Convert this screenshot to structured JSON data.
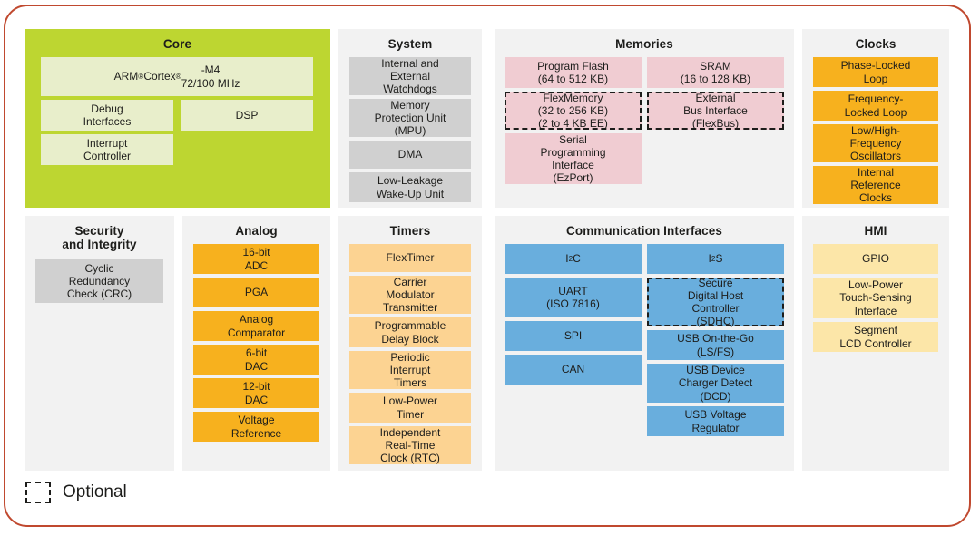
{
  "legend": {
    "swatch_name": "dashed-square-icon",
    "label": "Optional"
  },
  "colors": {
    "frame_border": "#c0492f",
    "panel_background": "#f2f2f2",
    "core_panel": "#bdd631",
    "core_block": "#e8eecb",
    "system_block": "#d0d0d0",
    "memory_block": "#f0ccd2",
    "clock_block": "#f7b11e",
    "security_block": "#d0d0d0",
    "analog_block": "#f7b11e",
    "timer_block": "#fcd392",
    "comm_block": "#69aedd",
    "hmi_block": "#fce6a8",
    "text": "#1d1d1b",
    "dashed_border": "#1d1d1b"
  },
  "sections": {
    "core": {
      "title": "Core",
      "blocks": [
        {
          "label": "ARM® Cortex®-M4\n72/100 MHz",
          "optional": false
        },
        {
          "label": "Debug\nInterfaces",
          "optional": false
        },
        {
          "label": "DSP",
          "optional": false
        },
        {
          "label": "Interrupt\nController",
          "optional": false
        }
      ]
    },
    "system": {
      "title": "System",
      "blocks": [
        {
          "label": "Internal and\nExternal\nWatchdogs",
          "optional": false
        },
        {
          "label": "Memory\nProtection Unit\n(MPU)",
          "optional": false
        },
        {
          "label": "DMA",
          "optional": false
        },
        {
          "label": "Low-Leakage\nWake-Up Unit",
          "optional": false
        }
      ]
    },
    "memories": {
      "title": "Memories",
      "left_blocks": [
        {
          "label": "Program Flash\n(64 to 512 KB)",
          "optional": false
        },
        {
          "label": "FlexMemory\n(32 to 256 KB)\n(2 to 4 KB EE)",
          "optional": true
        },
        {
          "label": "Serial\nProgramming\nInterface\n(EzPort)",
          "optional": false
        }
      ],
      "right_blocks": [
        {
          "label": "SRAM\n(16 to 128 KB)",
          "optional": false
        },
        {
          "label": "External\nBus Interface\n(FlexBus)",
          "optional": true
        }
      ]
    },
    "clocks": {
      "title": "Clocks",
      "blocks": [
        {
          "label": "Phase-Locked\nLoop",
          "optional": false
        },
        {
          "label": "Frequency-\nLocked Loop",
          "optional": false
        },
        {
          "label": "Low/High-\nFrequency\nOscillators",
          "optional": false
        },
        {
          "label": "Internal\nReference\nClocks",
          "optional": false
        }
      ]
    },
    "security": {
      "title": "Security\nand Integrity",
      "blocks": [
        {
          "label": "Cyclic\nRedundancy\nCheck (CRC)",
          "optional": false
        }
      ]
    },
    "analog": {
      "title": "Analog",
      "blocks": [
        {
          "label": "16-bit\nADC",
          "optional": false
        },
        {
          "label": "PGA",
          "optional": false
        },
        {
          "label": "Analog\nComparator",
          "optional": false
        },
        {
          "label": "6-bit\nDAC",
          "optional": false
        },
        {
          "label": "12-bit\nDAC",
          "optional": false
        },
        {
          "label": "Voltage\nReference",
          "optional": false
        }
      ]
    },
    "timers": {
      "title": "Timers",
      "blocks": [
        {
          "label": "FlexTimer",
          "optional": false
        },
        {
          "label": "Carrier\nModulator\nTransmitter",
          "optional": false
        },
        {
          "label": "Programmable\nDelay Block",
          "optional": false
        },
        {
          "label": "Periodic\nInterrupt\nTimers",
          "optional": false
        },
        {
          "label": "Low-Power\nTimer",
          "optional": false
        },
        {
          "label": "Independent\nReal-Time\nClock (RTC)",
          "optional": false
        }
      ]
    },
    "communication": {
      "title": "Communication Interfaces",
      "left_blocks": [
        {
          "label": "I²C",
          "optional": false
        },
        {
          "label": "UART\n(ISO 7816)",
          "optional": false
        },
        {
          "label": "SPI",
          "optional": false
        },
        {
          "label": "CAN",
          "optional": false
        }
      ],
      "right_blocks": [
        {
          "label": "I²S",
          "optional": false
        },
        {
          "label": "Secure\nDigital Host\nController\n(SDHC)",
          "optional": true
        },
        {
          "label": "USB On-the-Go\n(LS/FS)",
          "optional": false
        },
        {
          "label": "USB Device\nCharger Detect\n(DCD)",
          "optional": false
        },
        {
          "label": "USB Voltage\nRegulator",
          "optional": false
        }
      ]
    },
    "hmi": {
      "title": "HMI",
      "blocks": [
        {
          "label": "GPIO",
          "optional": false
        },
        {
          "label": "Low-Power\nTouch-Sensing\nInterface",
          "optional": false
        },
        {
          "label": "Segment\nLCD Controller",
          "optional": false
        }
      ]
    }
  }
}
